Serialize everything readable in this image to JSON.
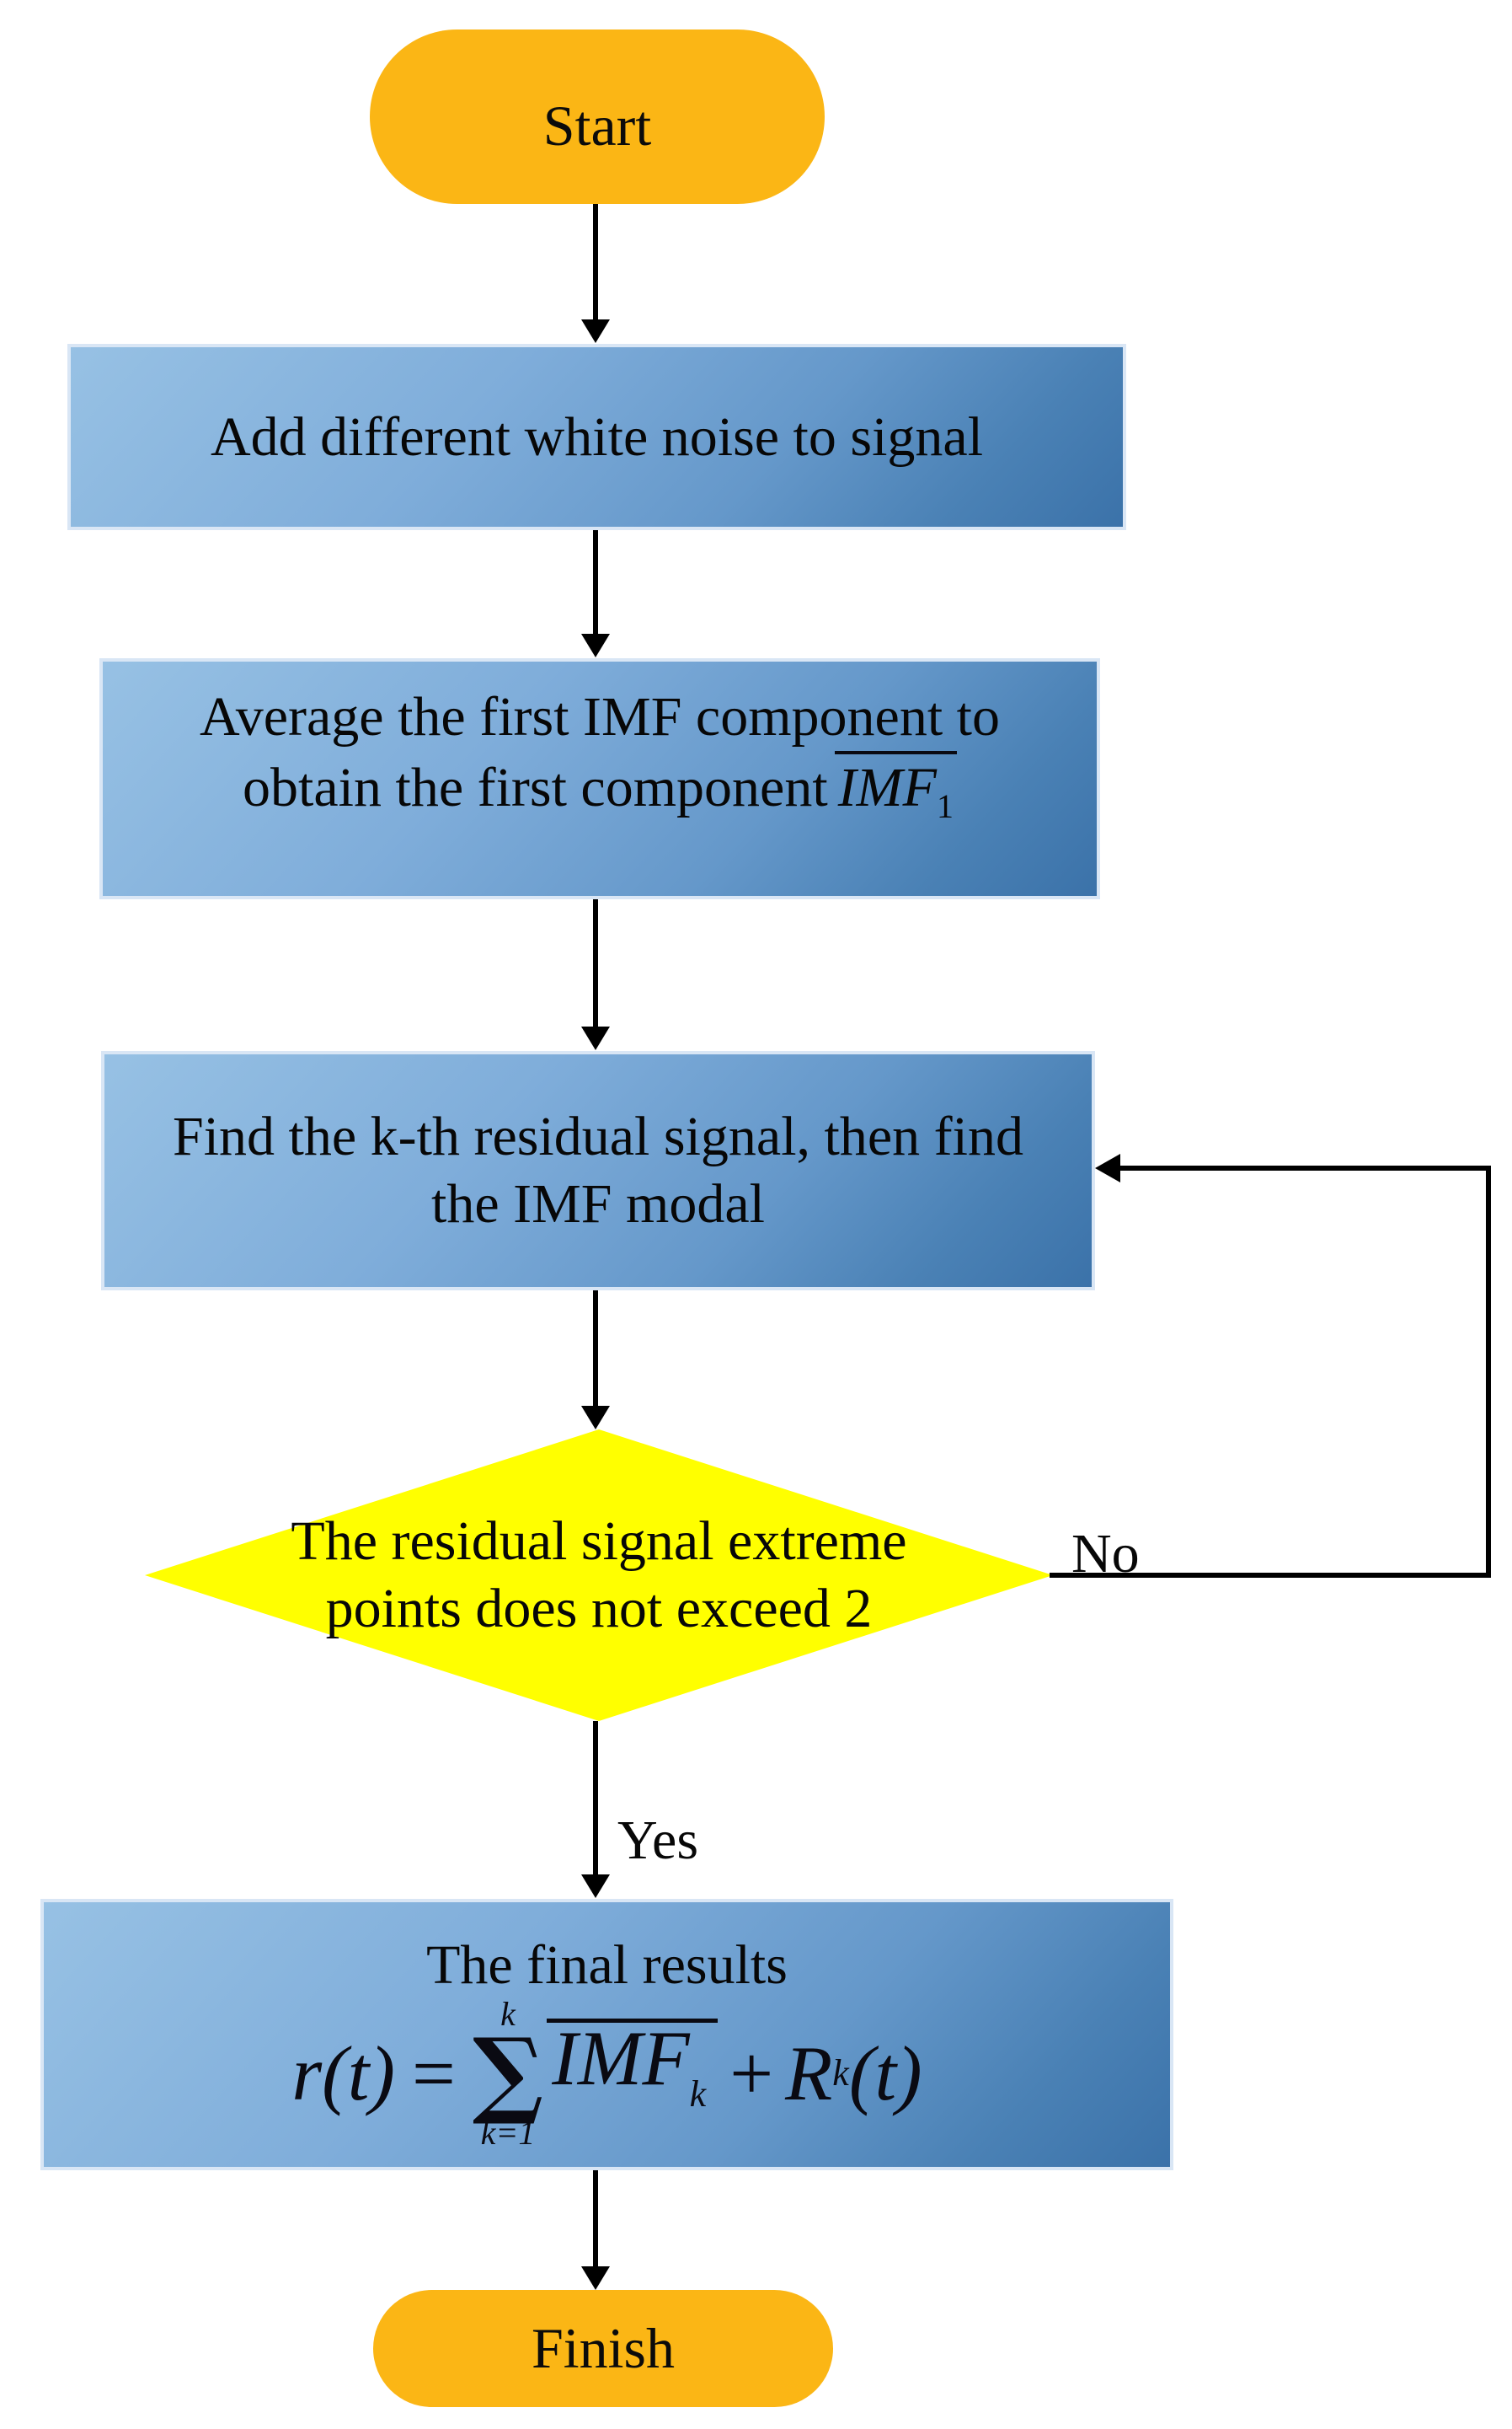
{
  "flowchart": {
    "nodes": {
      "start": {
        "label": "Start"
      },
      "add_noise": {
        "label": "Add different white noise to signal"
      },
      "average_imf": {
        "line1": "Average the first IMF component to",
        "line2_prefix": "obtain the first component",
        "imf_symbol": "IMF",
        "imf_subscript": "1"
      },
      "find_residual": {
        "line1": "Find the k-th residual signal, then find",
        "line2": "the IMF modal"
      },
      "decision": {
        "line1": "The residual signal extreme",
        "line2": "points does not exceed 2"
      },
      "final_results": {
        "title": "The final results",
        "formula": {
          "lhs": "r(t)",
          "equals": "=",
          "sum_upper": "k",
          "sum_sigma": "∑",
          "sum_lower": "k=1",
          "body": "IMF",
          "body_sub": "k",
          "plus": "+",
          "term2": "R",
          "term2_sub": "k",
          "term2_arg": "(t)"
        }
      },
      "finish": {
        "label": "Finish"
      }
    },
    "edges": {
      "no_label": "No",
      "yes_label": "Yes"
    },
    "colors": {
      "terminal_fill": "#FBB615",
      "process_fill_light": "#97C1E4",
      "process_fill_dark": "#3B72A9",
      "process_border": "#D9E6F5",
      "decision_fill": "#FFFF00",
      "connector": "#000000",
      "text": "#000000"
    }
  }
}
